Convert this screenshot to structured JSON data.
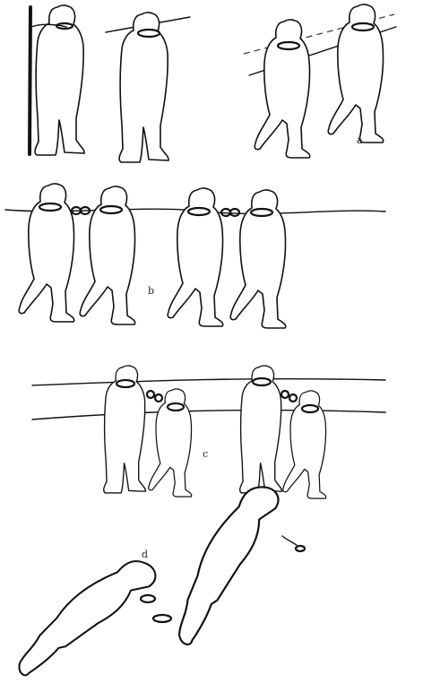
{
  "labels": {
    "a": "a",
    "b": "b",
    "c": "c",
    "d": "d"
  },
  "colors": {
    "ink": "#111111",
    "background": "#ffffff"
  }
}
